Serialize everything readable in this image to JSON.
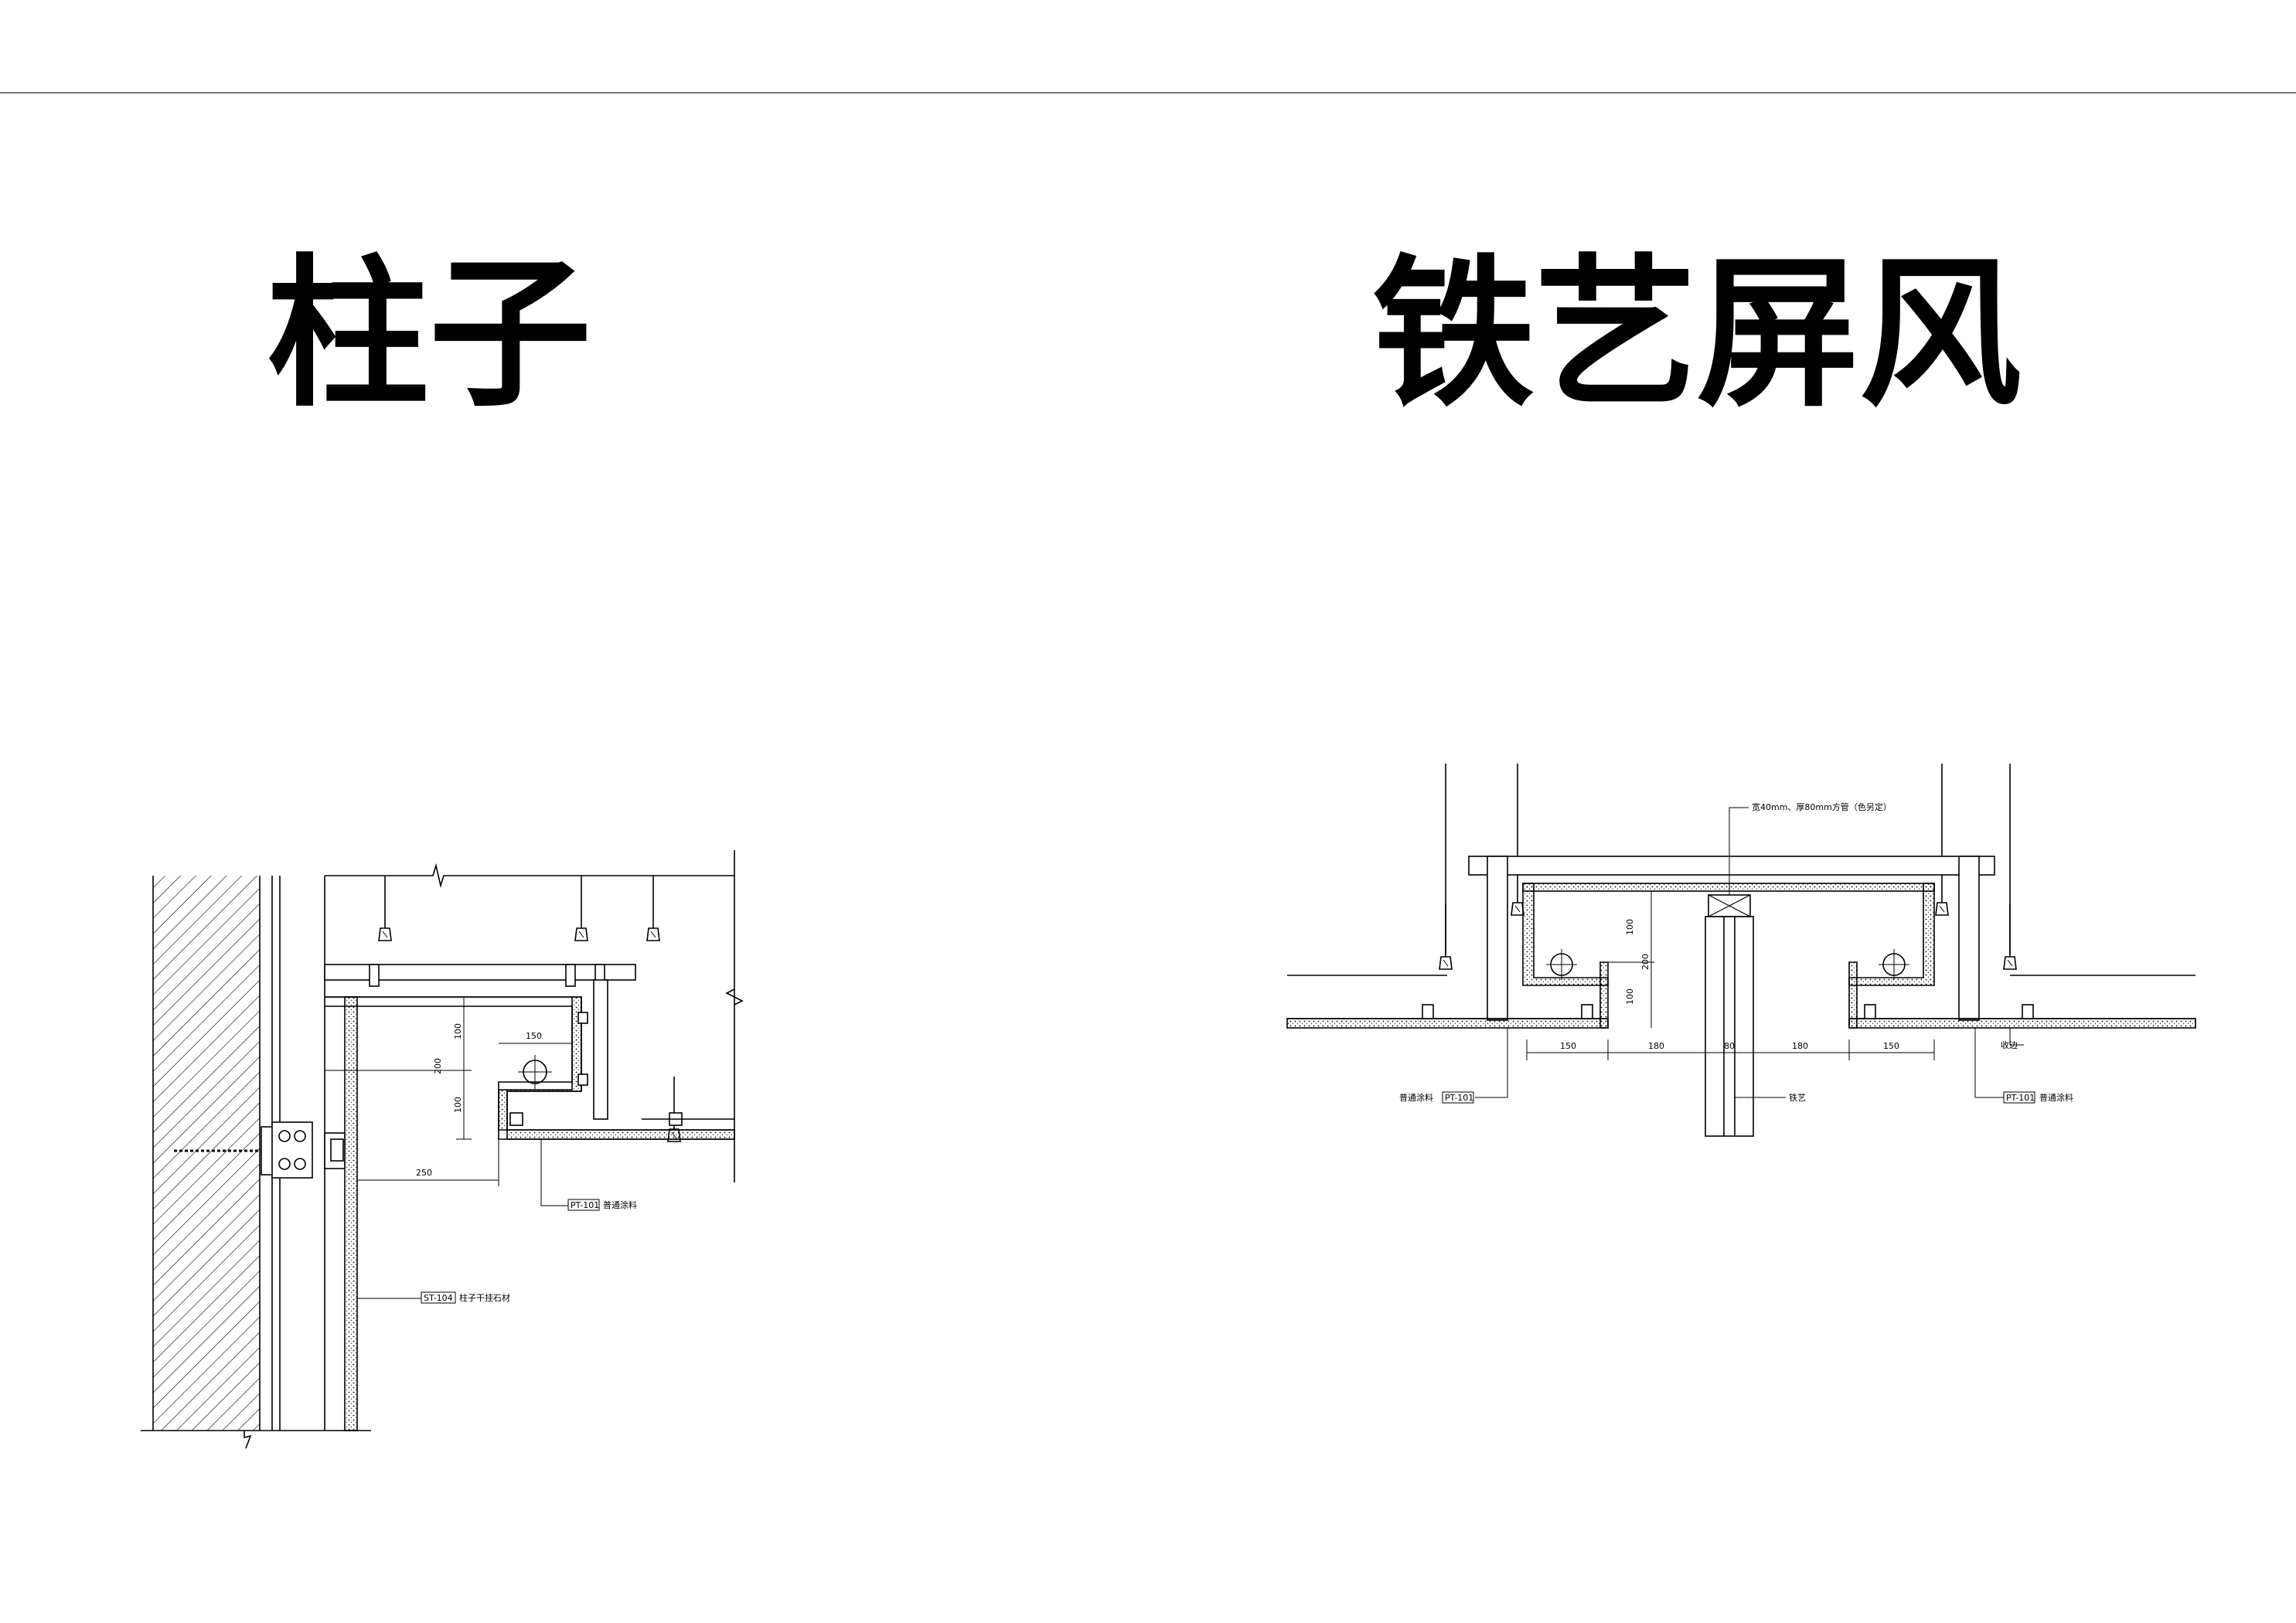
{
  "sheet": {
    "left_title": "柱子",
    "right_title": "铁艺屏风"
  },
  "column_detail": {
    "dims": {
      "d250": "250",
      "d150": "150",
      "d200": "200",
      "d100a": "100",
      "d100b": "100"
    },
    "callouts": {
      "paint_code": "PT-101",
      "paint_text": "普通涂料",
      "stone_code": "ST-104",
      "stone_text": "柱子干挂石材"
    }
  },
  "screen_detail": {
    "dims": {
      "d150a": "150",
      "d180a": "180",
      "d80": "80",
      "d180b": "180",
      "d150b": "150",
      "d200": "200",
      "d100a": "100",
      "d100b": "100"
    },
    "callouts": {
      "tube_text": "宽40mm、厚80mm方管（色另定）",
      "iron_text": "铁艺",
      "paint_code_left": "PT-101",
      "paint_text_left": "普通涂料",
      "paint_code_right": "PT-101",
      "paint_text_right": "普通涂料",
      "trim_text": "收边"
    }
  }
}
